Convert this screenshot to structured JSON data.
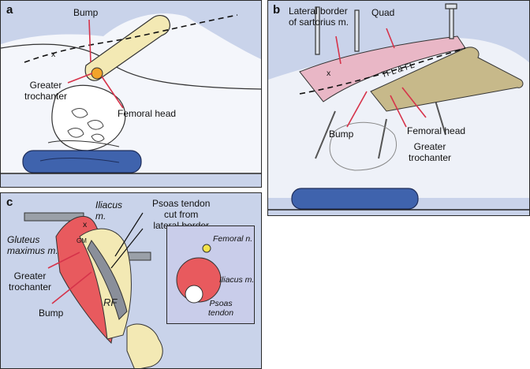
{
  "panel_a": {
    "letter": "a",
    "labels": {
      "bump": "Bump",
      "greater_trochanter": "Greater\ntrochanter",
      "femoral_head": "Femoral head",
      "mark_x": "x"
    }
  },
  "panel_b": {
    "letter": "b",
    "labels": {
      "sartorius": "Lateral border\nof sartorius m.",
      "quad": "Quad",
      "tfl_fl": "TFL & FL",
      "bump": "Bump",
      "femoral_head": "Femoral head",
      "greater_trochanter": "Greater\ntrochanter",
      "mark_x": "x"
    }
  },
  "panel_c": {
    "letter": "c",
    "labels": {
      "iliacus": "Iliacus\nm.",
      "psoas_cut": "Psoas tendon\ncut from\nlateral border",
      "gluteus": "Gluteus\nmaximus m.",
      "gm": "GM",
      "greater_trochanter": "Greater\ntrochanter",
      "bump": "Bump",
      "rf": "RF",
      "mark_x": "x"
    },
    "inset": {
      "femoral_n": "Femoral n.",
      "iliacus_m": "Iliacus m.",
      "psoas_tendon": "Psoas\ntendon"
    }
  },
  "colors": {
    "panel_bg": "#c9d3ea",
    "skin": "#ffffff",
    "bone": "#f3e9b4",
    "muscle": "#e85a5e",
    "cushion": "#3f63ad",
    "leader": "#d6334a"
  }
}
